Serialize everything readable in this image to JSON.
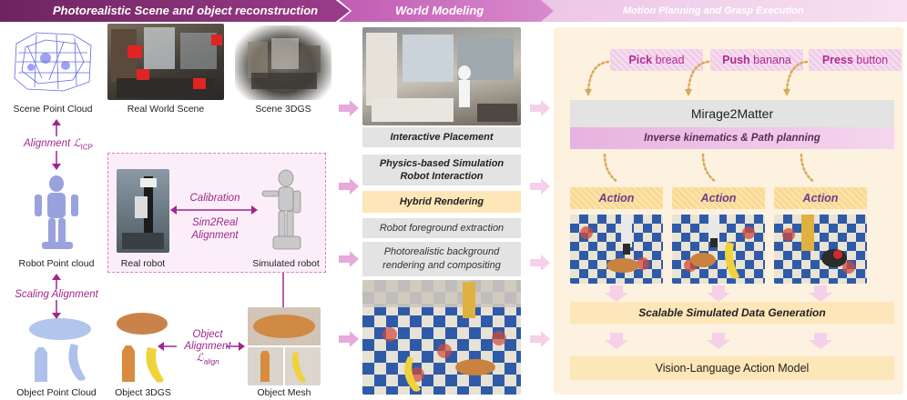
{
  "stages": {
    "reconstruction": "Photorealistic Scene and object reconstruction",
    "world_modeling": "World Modeling",
    "motion_planning": "Motion Planning and Grasp Execution"
  },
  "reconstruction": {
    "scene_point_cloud": "Scene Point Cloud",
    "real_world_scene": "Real World Scene",
    "scene_3dgs": "Scene 3DGS",
    "alignment_icp": "Alignment ℒ",
    "alignment_icp_sub": "ICP",
    "robot_point_cloud": "Robot Point cloud",
    "scaling_alignment": "Scaling Alignment",
    "object_point_cloud": "Object Point Cloud",
    "object_3dgs": "Object 3DGS",
    "object_alignment_1": "Object",
    "object_alignment_2": "Alignment",
    "object_alignment_loss": "ℒ",
    "object_alignment_loss_sub": "align",
    "object_mesh": "Object Mesh",
    "real_robot": "Real robot",
    "simulated_robot": "Simulated  robot",
    "calibration": "Calibration",
    "sim2real_1": "Sim2Real",
    "sim2real_2": "Alignment"
  },
  "world_modeling": {
    "interactive_placement": "Interactive Placement",
    "physics_sim_1": "Physics-based Simulation",
    "physics_sim_2": "Robot Interaction",
    "hybrid_rendering": "Hybrid Rendering",
    "foreground_extraction": "Robot foreground extraction",
    "background_1": "Photorealistic background",
    "background_2": "rendering and compositing"
  },
  "motion_planning": {
    "tasks": [
      {
        "verb": "Pick",
        "object": " bread"
      },
      {
        "verb": "Push",
        "object": " banana"
      },
      {
        "verb": "Press",
        "object": " button"
      }
    ],
    "framework": "Mirage2Matter",
    "ik_path": "Inverse kinematics & Path planning",
    "actions": [
      "Action",
      "Action",
      "Action"
    ],
    "data_generation": "Scalable Simulated Data Generation",
    "vla_model": "Vision-Language Action Model"
  },
  "colors": {
    "banner_dark": "#7e2a6d",
    "banner_mid": "#c45fb5",
    "banner_light": "#f2d2ec",
    "accent_purple": "#a0268f",
    "orange_box": "#fde6b8",
    "gray_box": "#e3e3e3"
  }
}
